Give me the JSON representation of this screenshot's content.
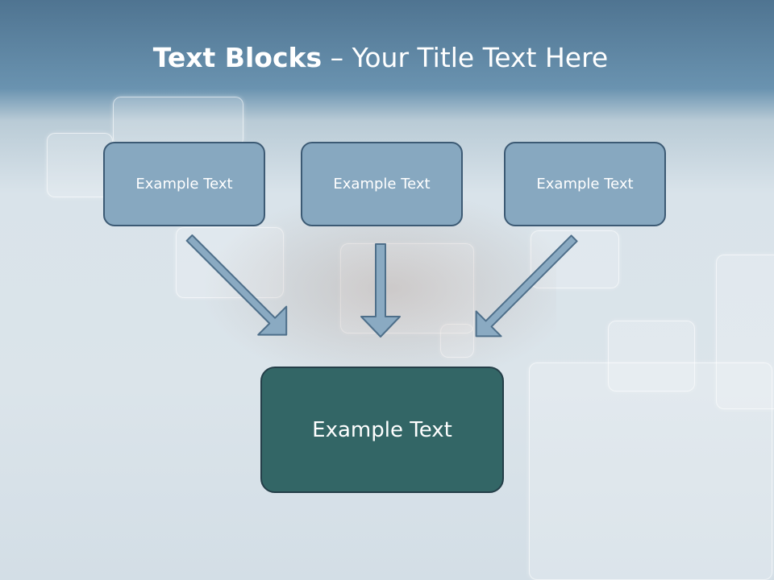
{
  "title": {
    "bold": "Text Blocks",
    "dash": " – ",
    "rest": "Your Title Text Here"
  },
  "boxes": {
    "top_left": "Example Text",
    "top_center": "Example Text",
    "top_right": "Example Text",
    "bottom": "Example Text"
  },
  "colors": {
    "top_box_fill": "#87a8c0",
    "top_box_border": "#3c5a74",
    "bottom_box_fill": "#336666",
    "arrow_fill": "#8aaac2",
    "arrow_stroke": "#4e6f8a"
  }
}
